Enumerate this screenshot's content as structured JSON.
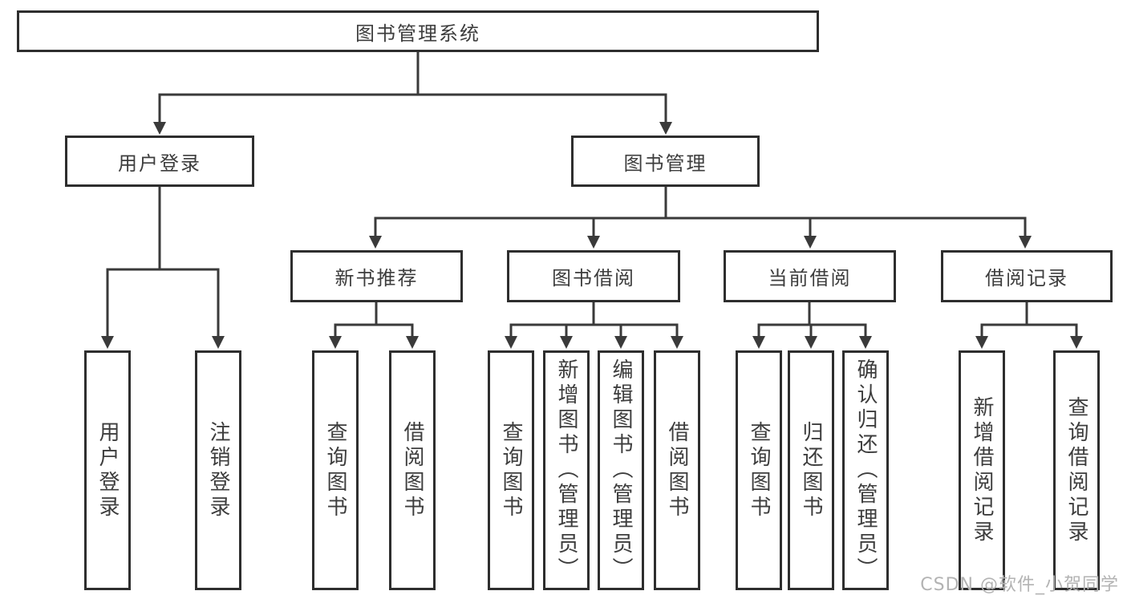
{
  "diagram": {
    "watermark": "CSDN @软件_小贺同学",
    "colors": {
      "line": "#3a3a3a",
      "border": "#2e2e2e",
      "text": "#3d3d3d",
      "watermark_text": "#b3b3b3",
      "background": "#ffffff"
    },
    "root": {
      "label": "图书管理系统"
    },
    "branches": [
      {
        "label": "用户登录",
        "children": [
          {
            "label": "用户登录"
          },
          {
            "label": "注销登录"
          }
        ]
      },
      {
        "label": "图书管理",
        "children": [
          {
            "label": "新书推荐",
            "children": [
              {
                "label": "查询图书"
              },
              {
                "label": "借阅图书"
              }
            ]
          },
          {
            "label": "图书借阅",
            "children": [
              {
                "label": "查询图书"
              },
              {
                "label": "新增图书（管理员）"
              },
              {
                "label": "编辑图书（管理员）"
              },
              {
                "label": "借阅图书"
              }
            ]
          },
          {
            "label": "当前借阅",
            "children": [
              {
                "label": "查询图书"
              },
              {
                "label": "归还图书"
              },
              {
                "label": "确认归还（管理员）"
              }
            ]
          },
          {
            "label": "借阅记录",
            "children": [
              {
                "label": "新增借阅记录"
              },
              {
                "label": "查询借阅记录"
              }
            ]
          }
        ]
      }
    ]
  }
}
